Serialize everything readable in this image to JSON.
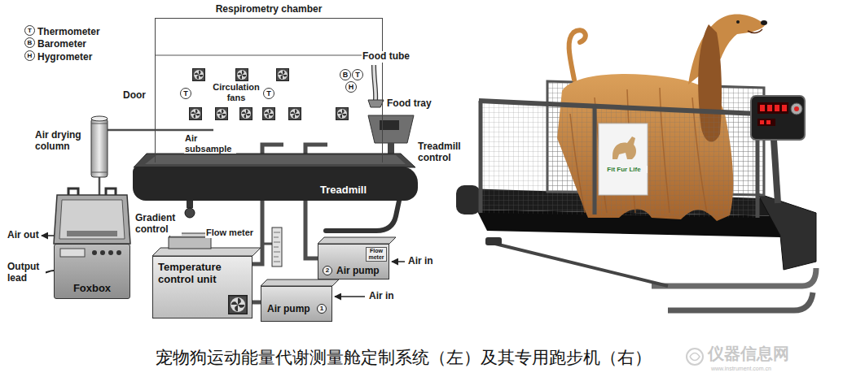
{
  "diagram": {
    "caption": "宠物狗运动能量代谢测量舱定制系统（左）及其专用跑步机（右）",
    "nodes": [
      {
        "text": [
          "Respirometry chamber"
        ]
      },
      {
        "text": [
          "T"
        ],
        "in": 0
      },
      {
        "text": [
          "T"
        ],
        "in": 0
      },
      {
        "text": [
          "B"
        ],
        "in": 0
      },
      {
        "text": [
          "T"
        ],
        "in": 0
      },
      {
        "text": [
          "H"
        ],
        "in": 0
      },
      {
        "text": [
          "Treadmill"
        ]
      },
      {
        "text": [
          "Foxbox"
        ]
      },
      {
        "text": [
          "Temperature control unit"
        ]
      },
      {
        "text": [
          "Air pump",
          "1"
        ]
      },
      {
        "text": [
          "Flow meter",
          "2",
          "Air pump"
        ]
      }
    ],
    "edges": [
      {
        "from": 10,
        "to": 0,
        "arrow": "none"
      },
      {
        "from": 8,
        "to": 0,
        "arrow": "none"
      },
      {
        "from": 9,
        "to": 8,
        "arrow": "none"
      },
      {
        "from": 0,
        "to": 7,
        "arrow": "none"
      }
    ],
    "labels": [
      "T",
      "B",
      "H",
      "Circulation fans",
      "Door",
      "Air subsample",
      "Food tube",
      "Food tray",
      "Air drying column",
      "Treadmill control",
      "Gradient control",
      "Air out",
      "Output lead",
      "Flow meter",
      "Air in",
      "Air in",
      "Fit Fur Life",
      "仪器信息网",
      "www.instrument.com.cn"
    ],
    "legend": [
      {
        "text": "Thermometer"
      },
      {
        "text": "Barometer"
      },
      {
        "text": "Hygrometer"
      }
    ]
  }
}
